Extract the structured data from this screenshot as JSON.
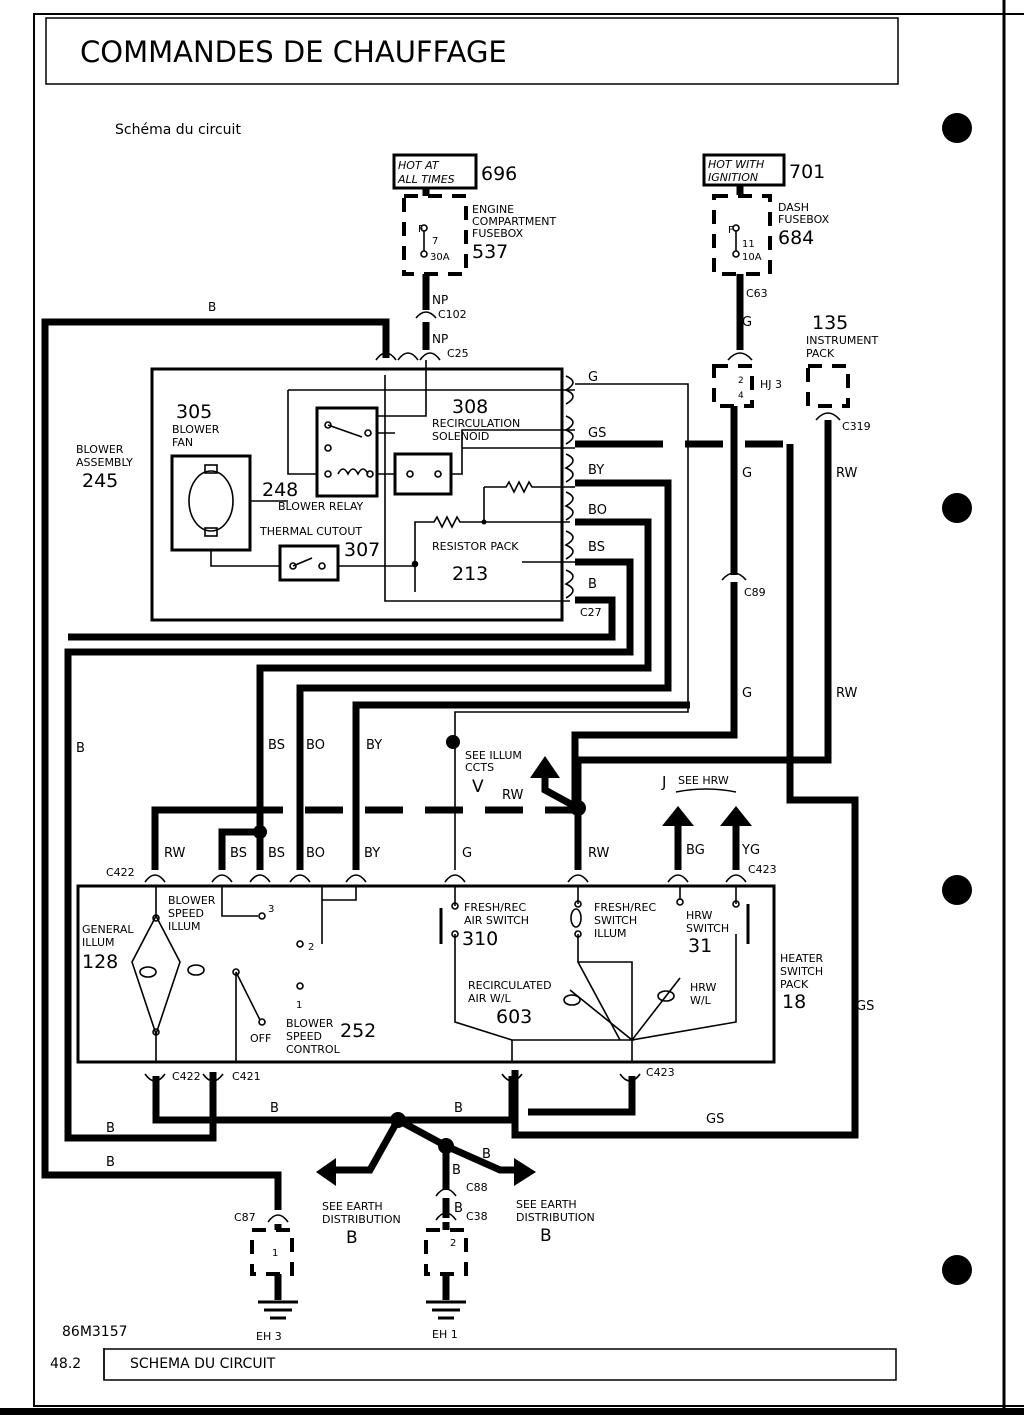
{
  "header": {
    "title": "COMMANDES DE CHAUFFAGE",
    "subtitle": "Schéma du circuit"
  },
  "footer": {
    "page": "48.2",
    "section": "SCHEMA DU CIRCUIT",
    "ref": "86M3157"
  },
  "supplies": {
    "hot_all": {
      "text1": "HOT AT",
      "text2": "ALL TIMES",
      "num": "696"
    },
    "hot_ign": {
      "text1": "HOT WITH",
      "text2": "IGNITION",
      "num": "701"
    }
  },
  "fuseboxes": {
    "engine": {
      "l1": "ENGINE",
      "l2": "COMPARTMENT",
      "l3": "FUSEBOX",
      "num": "537",
      "fuse": "F",
      "fuse_num": "7",
      "rating": "30A"
    },
    "dash": {
      "l1": "DASH",
      "l2": "FUSEBOX",
      "num": "684",
      "fuse": "F",
      "fuse_num": "11",
      "rating": "10A"
    }
  },
  "connectors": {
    "np1": "NP",
    "c102": "C102",
    "np2": "NP",
    "c25": "C25",
    "c63": "C63",
    "hj3": "HJ 3",
    "c319": "C319",
    "c27": "C27",
    "c89": "C89",
    "c422": "C422",
    "c423": "C423",
    "c422b": "C422",
    "c421": "C421",
    "c423b": "C423",
    "c87": "C87",
    "c88": "C88",
    "c38": "C38",
    "p1": "1",
    "p2": "2",
    "p3": "3",
    "hj_p2": "2",
    "hj_p4": "4",
    "c87_p": "1",
    "c38_p": "2"
  },
  "instrument": {
    "num": "135",
    "l1": "INSTRUMENT",
    "l2": "PACK"
  },
  "blower": {
    "l1": "BLOWER",
    "l2": "ASSEMBLY",
    "num": "245"
  },
  "fan": {
    "num": "305",
    "l1": "BLOWER",
    "l2": "FAN"
  },
  "relay": {
    "num": "248",
    "label": "BLOWER RELAY"
  },
  "solenoid": {
    "num": "308",
    "l1": "RECIRCULATION",
    "l2": "SOLENOID"
  },
  "cutout": {
    "label": "THERMAL CUTOUT",
    "num": "307"
  },
  "resistor": {
    "label": "RESISTOR PACK",
    "num": "213"
  },
  "wires": {
    "b_top": "B",
    "g_top": "G",
    "assembly": [
      "G",
      "GS",
      "BY",
      "BO",
      "BS",
      "B"
    ],
    "g_mid": "G",
    "rw_mid": "RW",
    "g_low": "G",
    "rw_low": "RW",
    "b_left": "B",
    "vert": [
      "BS",
      "BO",
      "BY"
    ],
    "c422_row": [
      "RW",
      "BS",
      "BS",
      "BO",
      "BY",
      "G",
      "RW",
      "BG",
      "YG"
    ],
    "rw_dash": "RW",
    "gs_right": "GS",
    "bottom_b1": "B",
    "bottom_b2": "B",
    "bottom_b3": "B",
    "bottom_b4": "B",
    "bottom_gs": "GS",
    "bottom_b5": "B",
    "bottom_b6": "B",
    "bottom_b7": "B"
  },
  "illum": {
    "l1": "SEE ILLUM",
    "l2": "CCTS",
    "l3": "V"
  },
  "hrw": {
    "j": "J",
    "see": "SEE HRW"
  },
  "switch_pack": {
    "l1": "HEATER",
    "l2": "SWITCH",
    "l3": "PACK",
    "num": "18"
  },
  "gen_illum": {
    "l1": "GENERAL",
    "l2": "ILLUM",
    "num": "128"
  },
  "speed_illum": {
    "l1": "BLOWER",
    "l2": "SPEED",
    "l3": "ILLUM"
  },
  "speed_ctrl": {
    "l1": "BLOWER",
    "l2": "SPEED",
    "l3": "CONTROL",
    "num": "252",
    "off": "OFF"
  },
  "air_switch": {
    "l1": "FRESH/REC",
    "l2": "AIR SWITCH",
    "num": "310"
  },
  "switch_illum": {
    "l1": "FRESH/REC",
    "l2": "SWITCH",
    "l3": "ILLUM"
  },
  "hrw_switch": {
    "l1": "HRW",
    "l2": "SWITCH",
    "num": "31"
  },
  "recirc_wl": {
    "l1": "RECIRCULATED",
    "l2": "AIR W/L",
    "num": "603"
  },
  "hrw_wl": {
    "l1": "HRW",
    "l2": "W/L"
  },
  "earth": {
    "left": {
      "l1": "SEE EARTH",
      "l2": "DISTRIBUTION",
      "l3": "B"
    },
    "right": {
      "l1": "SEE EARTH",
      "l2": "DISTRIBUTION",
      "l3": "B"
    },
    "eh3": "EH 3",
    "eh1": "EH 1"
  }
}
